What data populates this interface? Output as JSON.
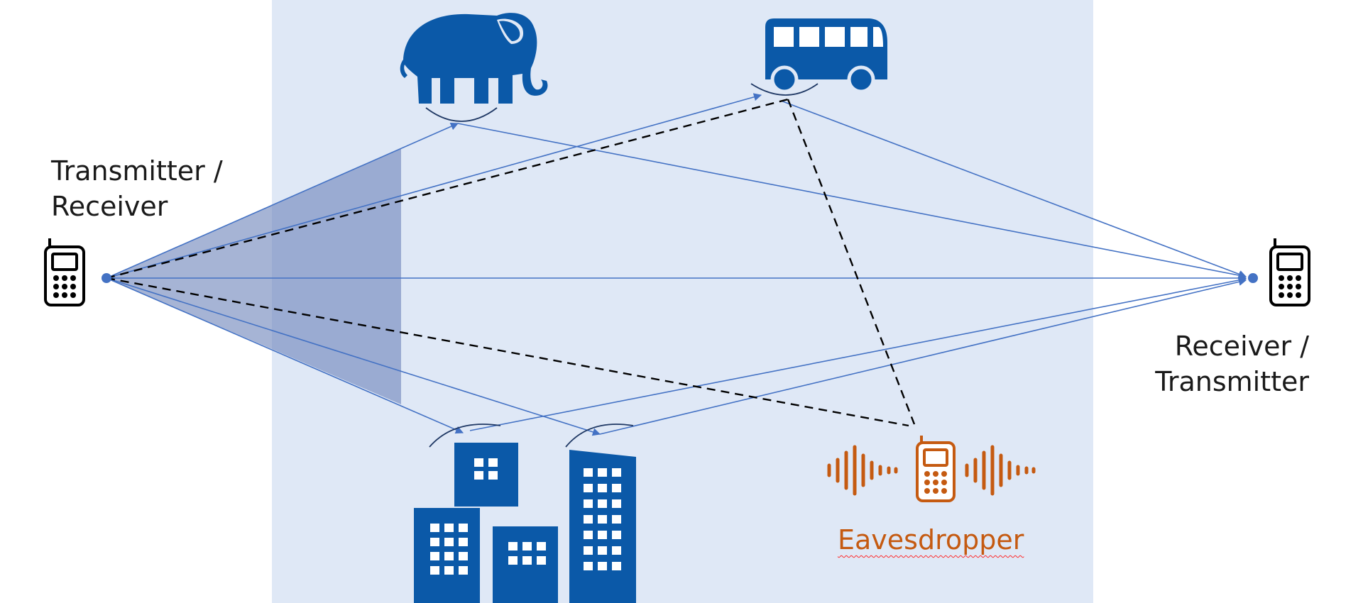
{
  "labels": {
    "transmitter_line1": "Transmitter /",
    "transmitter_line2": "Receiver",
    "receiver_line1": "Receiver /",
    "receiver_line2": "Transmitter",
    "eavesdropper": "Eavesdropper"
  },
  "nodes": [
    {
      "id": "transmitter",
      "icon": "mobile-phone-icon"
    },
    {
      "id": "receiver",
      "icon": "mobile-phone-icon"
    },
    {
      "id": "eavesdropper",
      "icon": "mobile-phone-icon"
    },
    {
      "id": "elephant",
      "icon": "elephant-icon"
    },
    {
      "id": "bus",
      "icon": "bus-icon"
    },
    {
      "id": "buildings",
      "icon": "buildings-icon"
    }
  ],
  "colors": {
    "background_panel": "#dfe8f6",
    "path_line": "#4472c4",
    "scatterer_icon": "#0b59a8",
    "eavesdropper": "#c55a11",
    "beam": "#8497c4",
    "dashed_path": "#000000"
  }
}
